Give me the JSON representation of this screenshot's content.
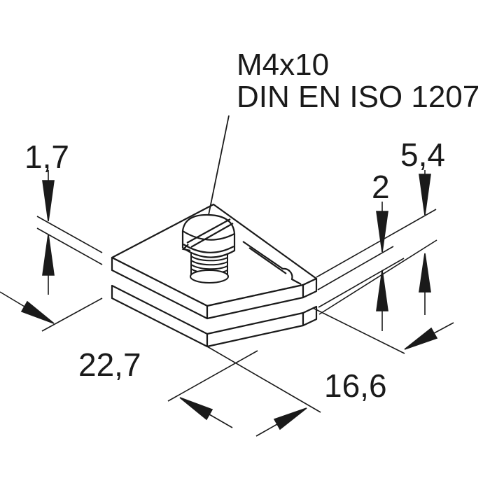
{
  "drawing": {
    "type": "isometric technical drawing",
    "subject": "clamp made of two stacked plates fastened by a slotted screw",
    "background_color": "#ffffff",
    "line_color": "#1a1a1a"
  },
  "callout": {
    "line1": "M4x10",
    "line2": "DIN EN ISO 1207"
  },
  "dimensions": {
    "plate_thickness": {
      "label": "1,7"
    },
    "gap_height": {
      "label": "2"
    },
    "total_height": {
      "label": "5,4"
    },
    "plate_length": {
      "label": "22,7"
    },
    "plate_width": {
      "label": "16,6"
    }
  }
}
